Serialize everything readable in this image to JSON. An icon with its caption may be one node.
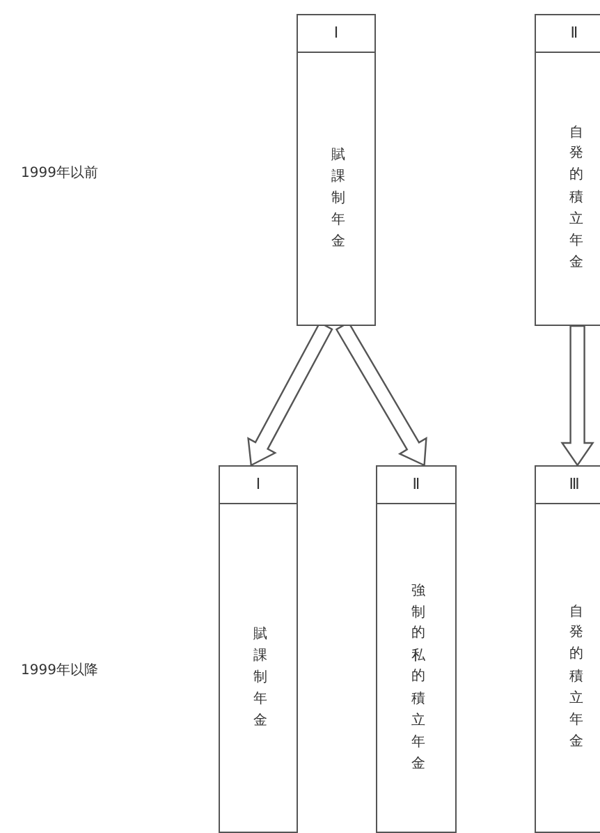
{
  "diagram": {
    "nodes": [
      {
        "text": [
          "Ⅰ",
          "賦課制年金"
        ]
      },
      {
        "text": [
          "Ⅱ",
          "自発的積立年金"
        ]
      },
      {
        "text": [
          "Ⅰ",
          "賦課制年金"
        ]
      },
      {
        "text": [
          "Ⅱ",
          "強制的私的積立年金"
        ]
      },
      {
        "text": [
          "Ⅲ",
          "自発的積立年金"
        ]
      }
    ],
    "edges": [
      {
        "from": 0,
        "to": 2,
        "arrow": "to"
      },
      {
        "from": 0,
        "to": 3,
        "arrow": "to"
      },
      {
        "from": 1,
        "to": 4,
        "arrow": "to"
      }
    ],
    "labels": [
      "1999年以前",
      "1999年以降"
    ]
  }
}
